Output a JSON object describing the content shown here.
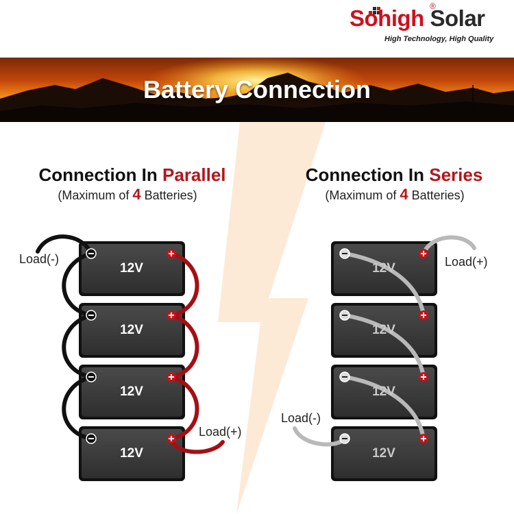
{
  "header": {
    "brand_part1": "Sohigh",
    "brand_part2": "Solar",
    "registered": "®",
    "tagline": "High Technology, High Quality"
  },
  "banner": {
    "title": "Battery Connection"
  },
  "parallel": {
    "title_prefix": "Connection In ",
    "title_accent": "Parallel",
    "sub_prefix": "(Maximum of ",
    "sub_number": "4",
    "sub_suffix": " Batteries)",
    "load_neg": "Load(-)",
    "load_pos": "Load(+)",
    "batteries": [
      "12V",
      "12V",
      "12V",
      "12V"
    ]
  },
  "series": {
    "title_prefix": "Connection In ",
    "title_accent": "Series",
    "sub_prefix": "(Maximum of ",
    "sub_number": "4",
    "sub_suffix": " Batteries)",
    "load_neg": "Load(-)",
    "load_pos": "Load(+)",
    "batteries": [
      "12V",
      "12V",
      "12V",
      "12V"
    ]
  },
  "colors": {
    "brand_red": "#d0101d",
    "accent_red": "#b3161b",
    "battery_body": "#3a3a3a",
    "parallel_neg_wire": "#111111",
    "parallel_pos_wire": "#a50f14",
    "series_wire": "#b9b9b9",
    "bolt": "#fde6cf"
  }
}
